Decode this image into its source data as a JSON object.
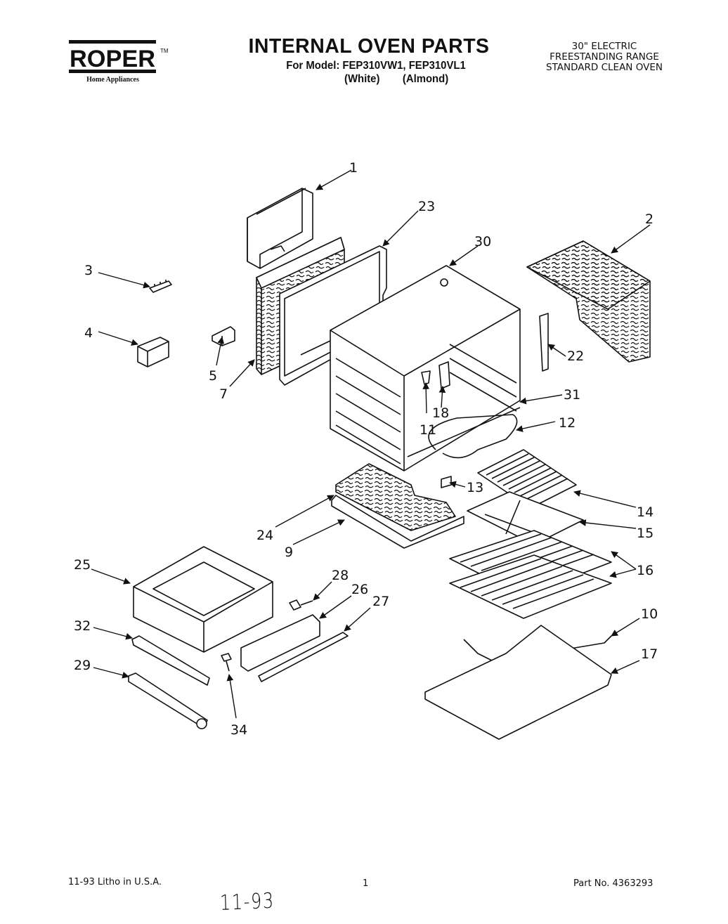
{
  "header": {
    "brand": "ROPER",
    "brand_subtitle": "Home Appliances",
    "title": "INTERNAL OVEN PARTS",
    "model_line": "For Model: FEP310VW1, FEP310VL1",
    "color_white": "(White)",
    "color_almond": "(Almond)",
    "description": [
      "30\" ELECTRIC",
      "FREESTANDING RANGE",
      "STANDARD CLEAN OVEN"
    ]
  },
  "callouts": [
    "1",
    "23",
    "30",
    "2",
    "3",
    "4",
    "5",
    "7",
    "22",
    "31",
    "18",
    "11",
    "12",
    "13",
    "14",
    "24",
    "9",
    "15",
    "16",
    "25",
    "28",
    "26",
    "27",
    "10",
    "32",
    "29",
    "17",
    "34"
  ],
  "footer": {
    "litho": "11-93 Litho in U.S.A.",
    "page": "1",
    "part_no": "Part No. 4363293",
    "handwritten": "11-93"
  }
}
